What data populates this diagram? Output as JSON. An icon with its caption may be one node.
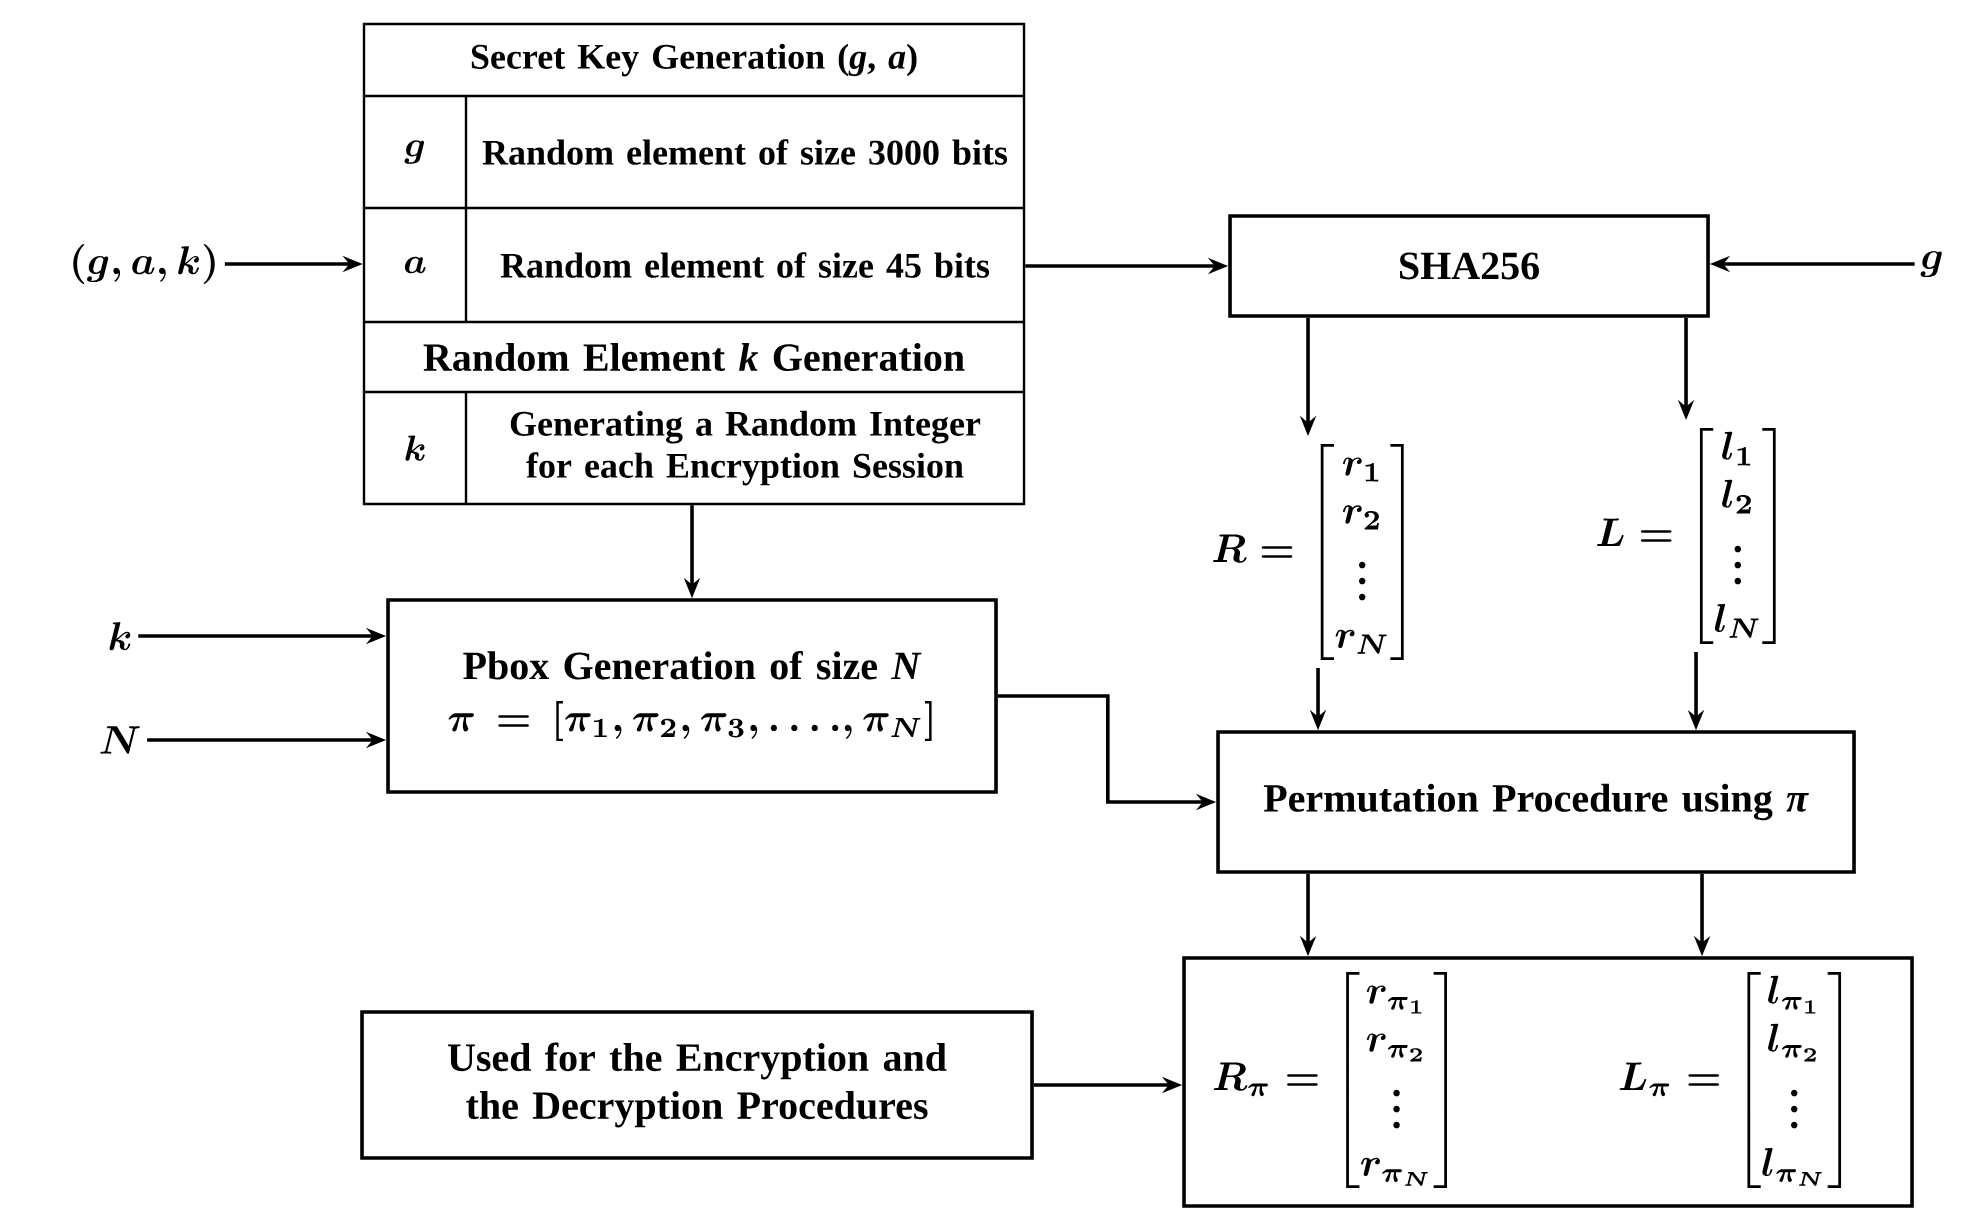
{
  "diagram": {
    "nodes": [
      {
        "text": [
          "(g, a, k)"
        ]
      },
      {
        "text": [
          "Secret Key Generation (*g*, *a*)",
          "g",
          "Random element of size 3000 bits",
          "a",
          "Random element of size 45 bits",
          "Random Element *k* Generation",
          "k",
          "Generating a Random Integer for each Encryption Session"
        ]
      },
      {
        "text": [
          "SHA256"
        ]
      },
      {
        "text": [
          "g"
        ]
      },
      {
        "text": [
          "R = \\begin{bmatrix} r_{1} \\\\ r_{2} \\\\ \\vdots \\\\ r_{N} \\end{bmatrix}"
        ]
      },
      {
        "text": [
          "L = \\begin{bmatrix} l_{1} \\\\ l_{2} \\\\ \\vdots \\\\ l_{N} \\end{bmatrix}"
        ]
      },
      {
        "text": [
          "k"
        ]
      },
      {
        "text": [
          "N"
        ]
      },
      {
        "text": [
          "Pbox Generation of size *N*",
          "\\pi = [\\pi_{1}, \\pi_{2}, \\pi_{3}, \\ldots., \\pi_{N}]"
        ]
      },
      {
        "text": [
          "Permutation Procedure using *π*"
        ]
      },
      {
        "text": [
          "Used for the Encryption and the Decryption Procedures"
        ]
      },
      {
        "text": [
          "R_{\\pi} = \\begin{bmatrix} r_{\\pi_{1}} \\\\ r_{\\pi_{2}} \\\\ \\vdots \\\\ r_{\\pi_{N}} \\end{bmatrix}",
          "L_{\\pi} = \\begin{bmatrix} l_{\\pi_{1}} \\\\ l_{\\pi_{2}} \\\\ \\vdots \\\\ l_{\\pi_{N}} \\end{bmatrix}"
        ]
      }
    ],
    "edges": [
      {
        "from": 0,
        "to": 1,
        "arrow": "to"
      },
      {
        "from": 1,
        "to": 2,
        "arrow": "to"
      },
      {
        "from": 3,
        "to": 2,
        "arrow": "to"
      },
      {
        "from": 2,
        "to": 4,
        "arrow": "to"
      },
      {
        "from": 2,
        "to": 5,
        "arrow": "to"
      },
      {
        "from": 1,
        "to": 8,
        "arrow": "to"
      },
      {
        "from": 6,
        "to": 8,
        "arrow": "to"
      },
      {
        "from": 7,
        "to": 8,
        "arrow": "to"
      },
      {
        "from": 4,
        "to": 9,
        "arrow": "to"
      },
      {
        "from": 5,
        "to": 9,
        "arrow": "to"
      },
      {
        "from": 8,
        "to": 9,
        "arrow": "to"
      },
      {
        "from": 9,
        "to": 11,
        "arrow": "to"
      },
      {
        "from": 9,
        "to": 11,
        "arrow": "to"
      },
      {
        "from": 10,
        "to": 11,
        "arrow": "to"
      }
    ]
  }
}
